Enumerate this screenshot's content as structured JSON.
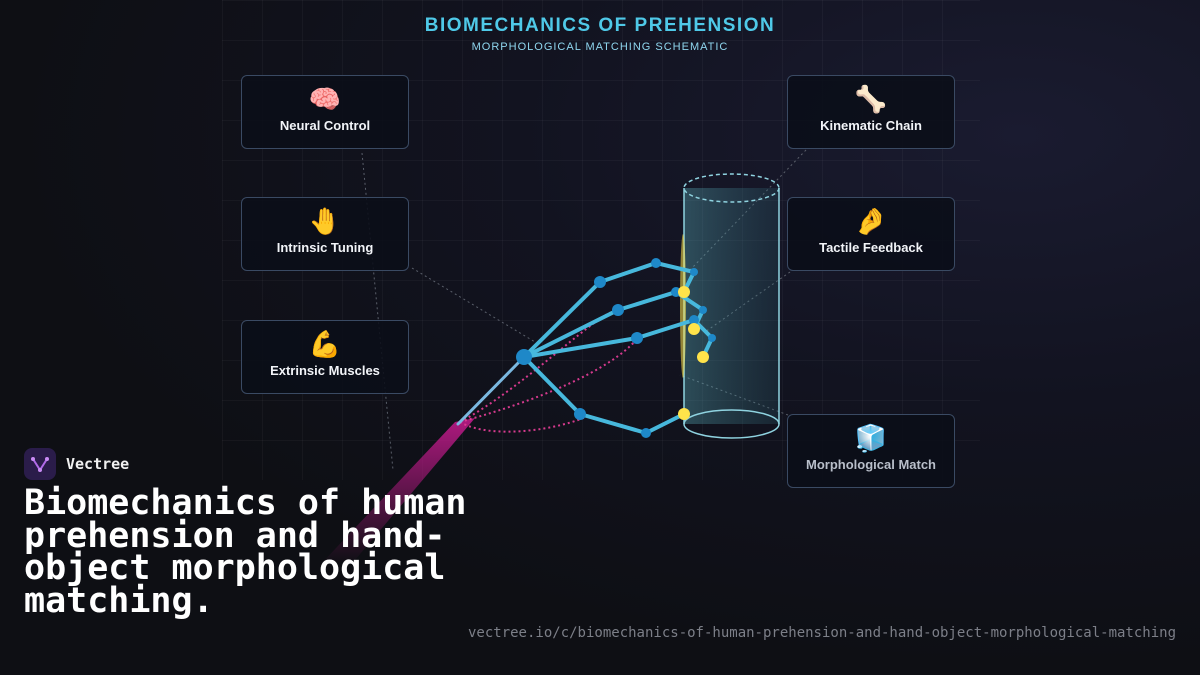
{
  "header": {
    "title": "BIOMECHANICS OF PREHENSION",
    "subtitle": "MORPHOLOGICAL MATCHING SCHEMATIC"
  },
  "cards": {
    "neural": {
      "icon": "🧠",
      "label": "Neural Control"
    },
    "intrinsic": {
      "icon": "🤚",
      "label": "Intrinsic Tuning"
    },
    "extrinsic": {
      "icon": "💪",
      "label": "Extrinsic Muscles"
    },
    "kinematic": {
      "icon": "🦴",
      "label": "Kinematic Chain"
    },
    "tactile": {
      "icon": "🤌",
      "label": "Tactile Feedback"
    },
    "morph": {
      "icon": "🧊",
      "label": "Morphological Match"
    }
  },
  "brand": {
    "name": "Vectree"
  },
  "headline": "Biomechanics of human prehension and hand-object morphological matching.",
  "url": "vectree.io/c/biomechanics-of-human-prehension-and-hand-object-morphological-matching",
  "colors": {
    "accent": "#4fc9e8",
    "bone": "#47b8dc",
    "joint": "#1e88c8",
    "contact": "#ffe34a",
    "tendon": "#d63a8e"
  }
}
